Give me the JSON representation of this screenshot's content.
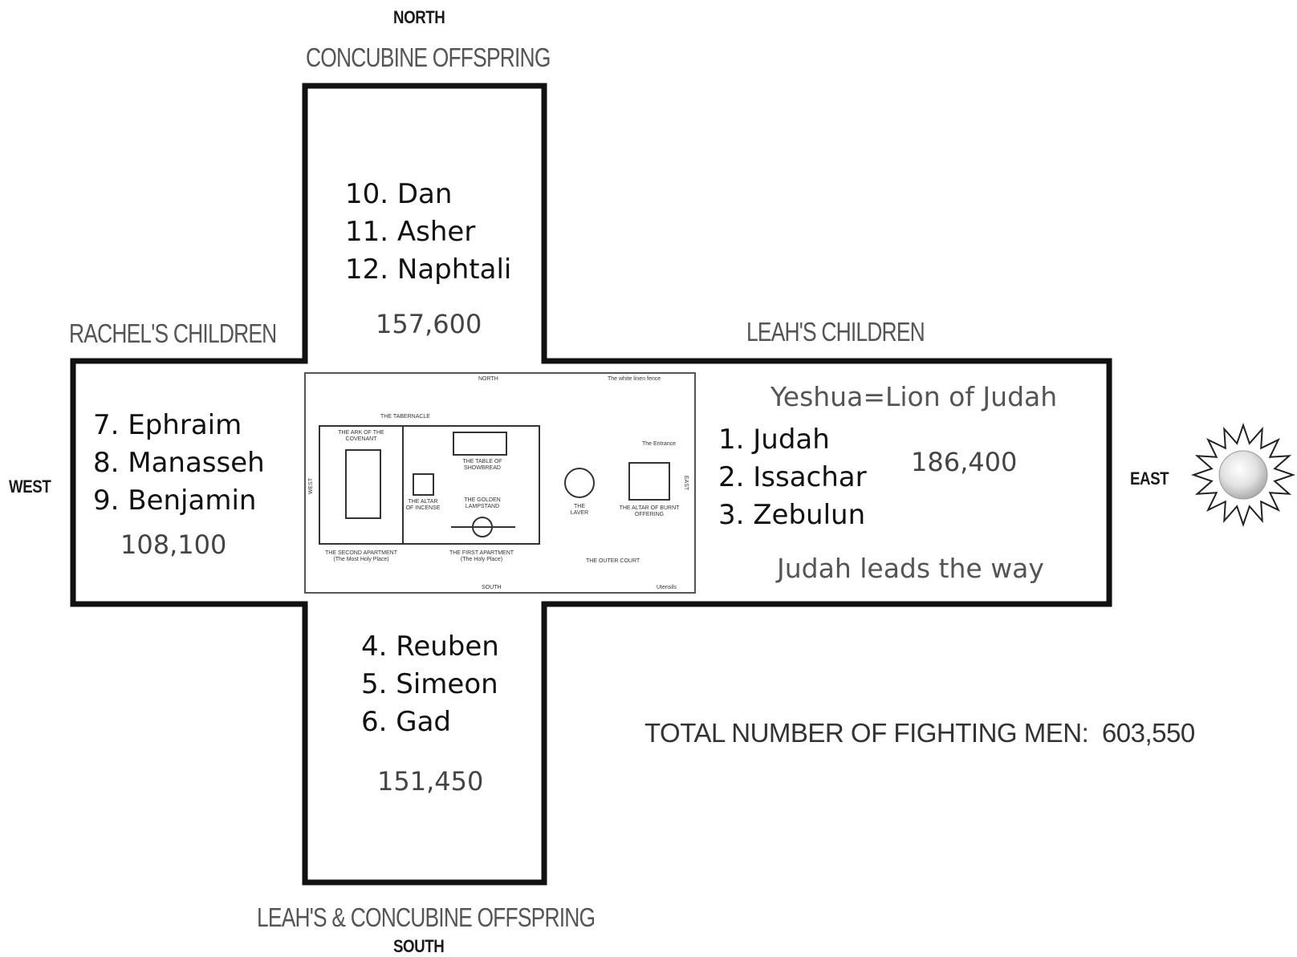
{
  "directions": {
    "north": "NORTH",
    "south": "SOUTH",
    "east": "EAST",
    "west": "WEST"
  },
  "groups": {
    "north": "CONCUBINE OFFSPRING",
    "west": "RACHEL'S CHILDREN",
    "east": "LEAH'S CHILDREN",
    "south": "LEAH'S & CONCUBINE OFFSPRING"
  },
  "camps": {
    "north": {
      "tribes": [
        "10. Dan",
        "11. Asher",
        "12. Naphtali"
      ],
      "count": "157,600"
    },
    "west": {
      "tribes": [
        "7. Ephraim",
        "8. Manasseh",
        "9. Benjamin"
      ],
      "count": "108,100"
    },
    "east": {
      "tribes": [
        "1. Judah",
        "2. Issachar",
        "3. Zebulun"
      ],
      "count": "186,400",
      "heading_note": "Yeshua=Lion of Judah",
      "footer_note": "Judah leads the way"
    },
    "south": {
      "tribes": [
        "4. Reuben",
        "5. Simeon",
        "6. Gad"
      ],
      "count": "151,450"
    }
  },
  "total": {
    "label": "TOTAL NUMBER OF FIGHTING MEN:",
    "value": "603,550"
  },
  "tabernacle": {
    "north": "NORTH",
    "south": "SOUTH",
    "east": "EAST",
    "west": "WEST",
    "title": "THE TABERNACLE",
    "top_right": "The white linen fence",
    "entrance": "The Entrance",
    "ark": "THE ARK OF THE COVENANT",
    "table": "THE TABLE OF SHOWBREAD",
    "altar_incense": "THE ALTAR OF INCENSE",
    "lampstand": "THE GOLDEN LAMPSTAND",
    "laver": "THE LAVER",
    "altar_burnt": "THE ALTAR OF BURNT OFFERING",
    "second_apartment": "THE SECOND APARTMENT",
    "second_apartment_sub": "(The Most Holy Place)",
    "first_apartment": "THE FIRST APARTMENT",
    "first_apartment_sub": "(The Holy Place)",
    "outer_court": "THE OUTER COURT",
    "bottom_right": "Utensils"
  },
  "icons": {
    "sun": "sun-icon"
  },
  "colors": {
    "outline": "#111111",
    "heading_text": "#555555",
    "body_text": "#111111",
    "sun_ray": "#222222",
    "sun_fill": "#d8d8d8"
  }
}
